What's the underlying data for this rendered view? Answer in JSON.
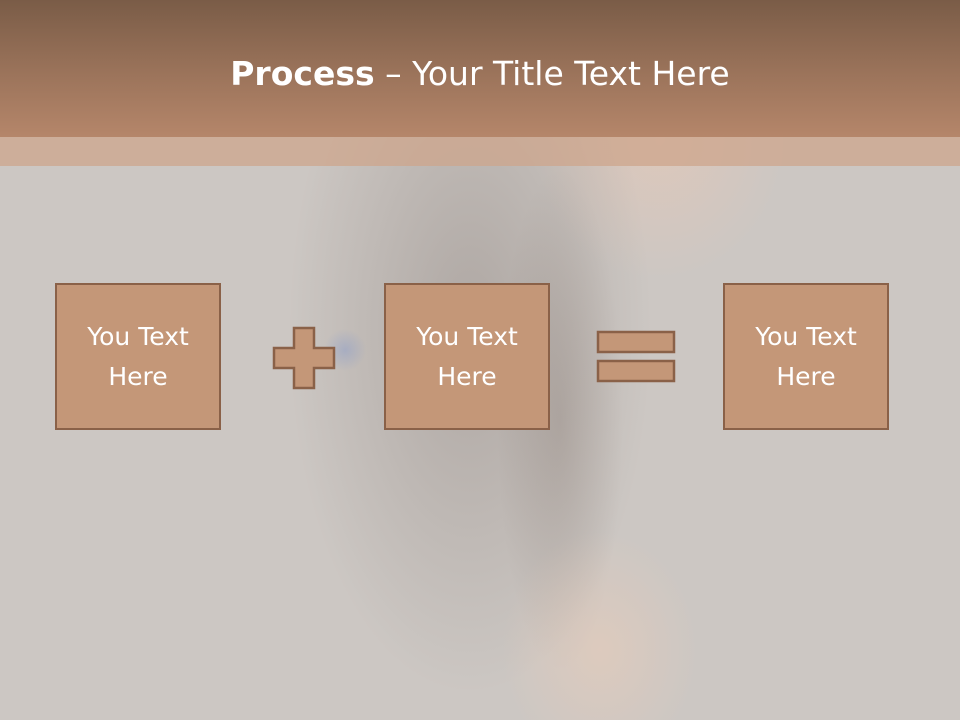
{
  "slide": {
    "title": {
      "bold": "Process",
      "rest": " – Your Title Text Here"
    },
    "boxes": [
      {
        "line1": "You Text",
        "line2": "Here"
      },
      {
        "line1": "You Text",
        "line2": "Here"
      },
      {
        "line1": "You Text",
        "line2": "Here"
      }
    ],
    "operators": [
      "plus-icon",
      "equals-icon"
    ],
    "colors": {
      "header": "#9c745b",
      "box_fill": "#c49778",
      "box_border": "#8a6148",
      "background": "#ccc7c3"
    }
  }
}
